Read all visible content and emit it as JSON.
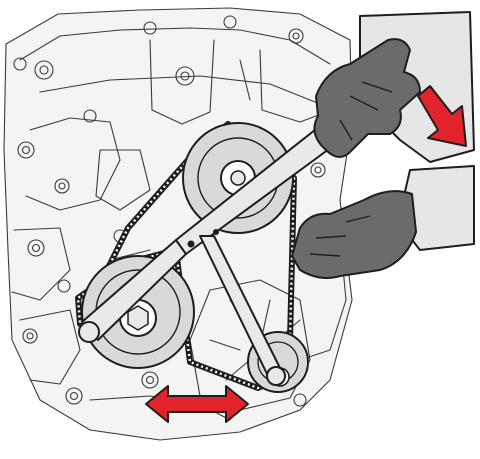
{
  "colors": {
    "background": "#ffffff",
    "line_art": "#3a3a3a",
    "engine_fill": "#f4f4f4",
    "pulley_fill": "#d9d9d9",
    "pulley_hub": "#ffffff",
    "tool_bar": "#e9e9e9",
    "tool_handle": "#e3232c",
    "arrow": "#e3232c",
    "glove_grip": "#6b6b6b",
    "glove_cuff": "#e6e6e6",
    "belt": "#1e1e1e"
  },
  "icons": {
    "pull_direction": "arrow-down-right-icon",
    "pulley_movement": "double-arrow-horizontal-icon"
  },
  "parts": [
    "engine-block",
    "serpentine-belt",
    "upper-idler-pulley",
    "tensioner-pulley",
    "crankshaft-pulley",
    "tensioner-tool",
    "tool-handle",
    "upper-hand",
    "lower-hand"
  ]
}
